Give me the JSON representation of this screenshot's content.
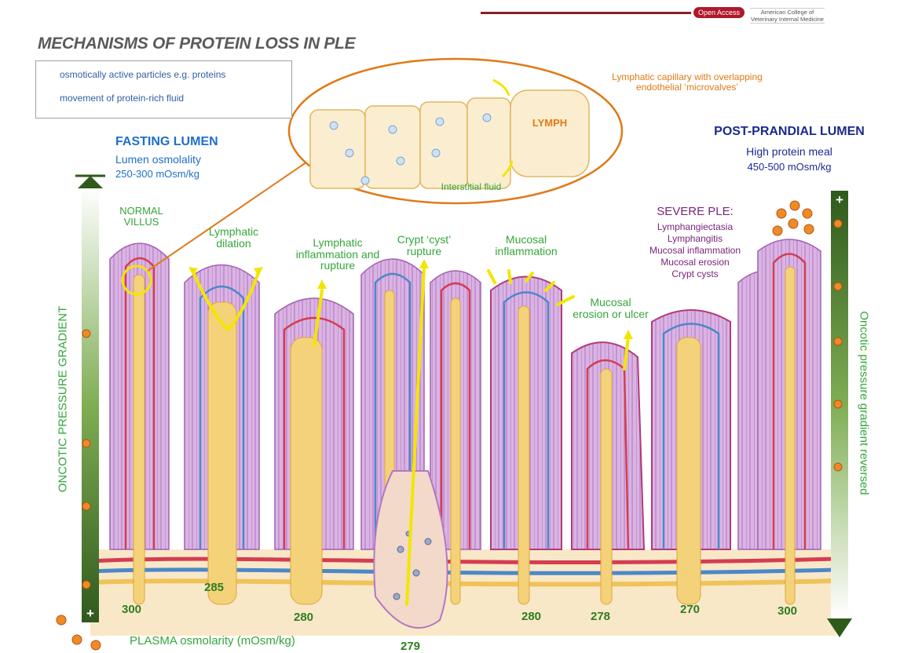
{
  "header": {
    "badge": "Open Access",
    "publisher": "American College of Veterinary Internal Medicine"
  },
  "title": "MECHANISMS OF PROTEIN LOSS IN PLE",
  "legend": {
    "particles": "osmotically active particles e.g. proteins",
    "fluid": "movement of protein-rich fluid"
  },
  "inset": {
    "capillary_label_1": "Lymphatic capillary with overlapping",
    "capillary_label_2": "endothelial ‘microvalves’",
    "lymph": "LYMPH",
    "interstitial": "Interstitial fluid"
  },
  "fasting": {
    "title": "FASTING LUMEN",
    "line1": "Lumen osmolality",
    "line2": "250-300 mOsm/kg"
  },
  "postprandial": {
    "title": "POST-PRANDIAL LUMEN",
    "line1": "High protein meal",
    "line2": "450-500 mOsm/kg"
  },
  "labels": {
    "normal_1": "NORMAL",
    "normal_2": "VILLUS",
    "dilation_1": "Lymphatic",
    "dilation_2": "dilation",
    "inflam_1": "Lymphatic",
    "inflam_2": "inflammation and",
    "inflam_3": "rupture",
    "crypt_1": "Crypt ‘cyst’",
    "crypt_2": "rupture",
    "mucosal_1": "Mucosal",
    "mucosal_2": "inflammation",
    "erosion_1": "Mucosal",
    "erosion_2": "erosion or ulcer"
  },
  "severe": {
    "title": "SEVERE PLE:",
    "items": [
      "Lymphangiectasia",
      "Lymphangitis",
      "Mucosal inflammation",
      "Mucosal erosion",
      "Crypt cysts"
    ]
  },
  "gradients": {
    "left": "ONCOTIC PRESSURE GRADIENT",
    "right": "Oncotic pressure gradient reversed",
    "plus": "+"
  },
  "osmolarity": {
    "label": "PLASMA osmolarity (mOsm/kg)",
    "values": [
      "300",
      "285",
      "280",
      "279",
      "280",
      "278",
      "270",
      "300"
    ]
  },
  "colors": {
    "title": "#5a5a5a",
    "green": "#35a63b",
    "blue": "#1f6fc8",
    "navy": "#1a2a8f",
    "purple": "#7a2479",
    "orange": "#e07a16",
    "yellow": "#f2e600",
    "lymph": "#f4d27a"
  }
}
